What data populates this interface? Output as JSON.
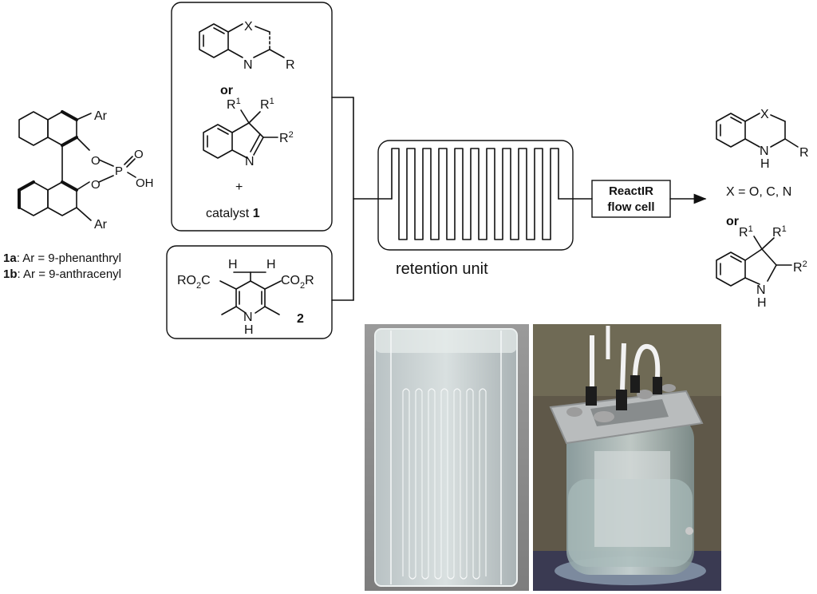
{
  "catalyst": {
    "ar_label": "Ar",
    "p_label": "P",
    "o_label": "O",
    "oh_label": "OH",
    "legend_a_id": "1a",
    "legend_a_text": ": Ar = 9-phenanthryl",
    "legend_b_id": "1b",
    "legend_b_text": ": Ar = 9-anthracenyl"
  },
  "substrate_box": {
    "x_label": "X",
    "n_label": "N",
    "r_label": "R",
    "or_label": "or",
    "r1_label": "R",
    "r1_sup": "1",
    "r2_label": "R",
    "r2_sup": "2",
    "plus_label": "+",
    "catalyst_text": "catalyst ",
    "catalyst_num": "1"
  },
  "hantzsch_box": {
    "h_label": "H",
    "ester_left": "RO",
    "ester_left_sub": "2",
    "ester_left_tail": "C",
    "ester_right": "CO",
    "ester_right_sub": "2",
    "ester_right_tail": "R",
    "nh_n": "N",
    "nh_h": "H",
    "compound_num": "2"
  },
  "retention_unit": {
    "label": "retention unit"
  },
  "flow_cell": {
    "line1": "ReactIR",
    "line2": "flow cell"
  },
  "products": {
    "x_label": "X",
    "r_label": "R",
    "n_label": "N",
    "h_label": "H",
    "x_values": "X = O, C, N",
    "or_label": "or",
    "r1_label": "R",
    "r1_sup": "1",
    "r2_label": "R",
    "r2_sup": "2"
  },
  "colors": {
    "line": "#111111",
    "photo_bg_left": "#8f8f8f",
    "photo_bg_right": "#5a5448"
  }
}
